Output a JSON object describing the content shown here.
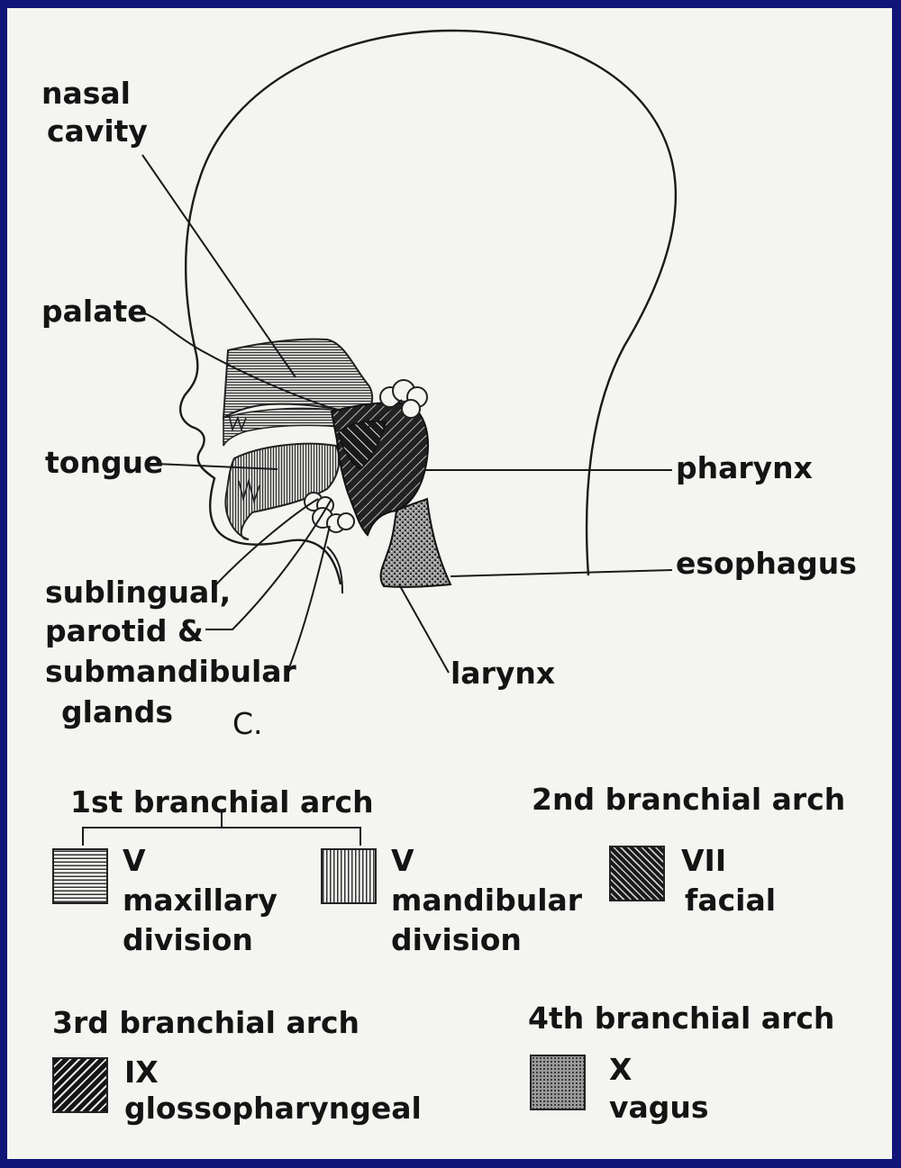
{
  "figure": {
    "panel_letter": "C.",
    "labels": {
      "nasal_cavity_1": "nasal",
      "nasal_cavity_2": "cavity",
      "palate": "palate",
      "tongue": "tongue",
      "pharynx": "pharynx",
      "esophagus": "esophagus",
      "glands_1": "sublingual,",
      "glands_2": "parotid &",
      "glands_3": "submandibular",
      "glands_4": "glands",
      "larynx": "larynx"
    }
  },
  "legend": {
    "arch1": {
      "heading": "1st branchial arch",
      "maxillary": {
        "nerve": "V",
        "line1": "maxillary",
        "line2": "division",
        "pattern": "horizontal-lines"
      },
      "mandibular": {
        "nerve": "V",
        "line1": "mandibular",
        "line2": "division",
        "pattern": "vertical-lines"
      }
    },
    "arch2": {
      "heading": "2nd branchial arch",
      "nerve": "VII",
      "name": "facial",
      "pattern": "dense-diagonal-dark"
    },
    "arch3": {
      "heading": "3rd branchial arch",
      "nerve": "IX",
      "name": "glossopharyngeal",
      "pattern": "reverse-diagonal-dark"
    },
    "arch4": {
      "heading": "4th branchial arch",
      "nerve": "X",
      "name": "vagus",
      "pattern": "stipple"
    }
  },
  "colors": {
    "border": "#0f1678",
    "paper": "#f4f4f1",
    "ink": "#141414"
  }
}
